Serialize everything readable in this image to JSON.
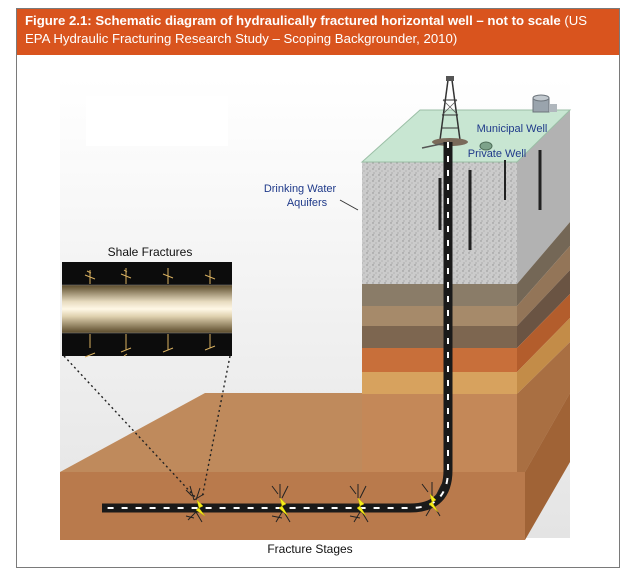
{
  "figure": {
    "title_bold": "Figure 2.1: Schematic diagram of hydraulically fractured horizontal well – not to scale",
    "title_source": " (US EPA Hydraulic Fracturing Research Study – Scoping Backgrounder, 2010)"
  },
  "labels": {
    "municipal_well": "Municipal Well",
    "private_well": "Private Well",
    "drinking_water_line1": "Drinking Water",
    "drinking_water_line2": "Aquifers",
    "shale_fractures": "Shale Fractures",
    "fracture_stages": "Fracture Stages"
  },
  "colors": {
    "banner": "#d9541e",
    "ground_top": "#c8e6d2",
    "aquifer": "#c9c9c9",
    "shale": "#b9794a",
    "text_blue": "#1f3a8a"
  }
}
